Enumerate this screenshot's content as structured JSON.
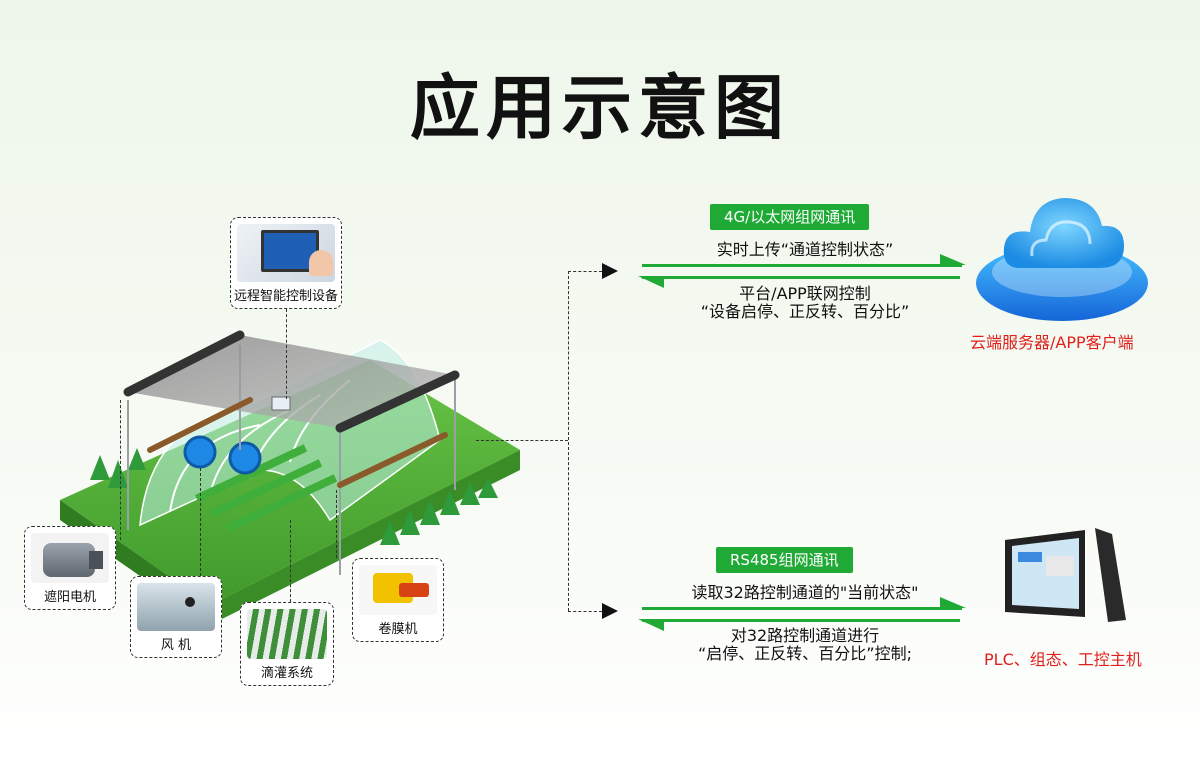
{
  "title": "应用示意图",
  "callouts": {
    "controller": "远程智能控制设备",
    "shade_motor": "遮阳电机",
    "fan": "风 机",
    "drip": "滴灌系统",
    "film_roller": "卷膜机"
  },
  "top_link": {
    "badge": "4G/以太网组网通讯",
    "upload": "实时上传“通道控制状态”",
    "control_line1": "平台/APP联网控制",
    "control_line2": "“设备启停、正反转、百分比”",
    "endpoint": "云端服务器/APP客户端"
  },
  "bottom_link": {
    "badge": "RS485组网通讯",
    "read": "读取32路控制通道的\"当前状态\"",
    "control_line1": "对32路控制通道进行",
    "control_line2": "“启停、正反转、百分比”控制;",
    "endpoint": "PLC、组态、工控主机"
  },
  "colors": {
    "accent_green": "#1faa36",
    "endpoint_red": "#e0201c"
  }
}
